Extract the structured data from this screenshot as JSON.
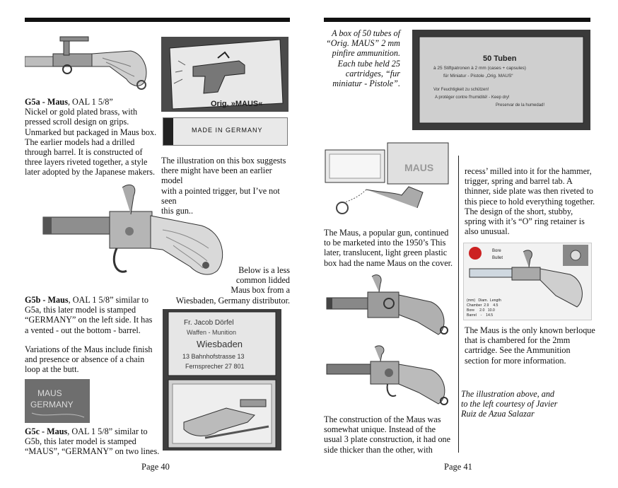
{
  "left_page": {
    "page_number": "Page 40",
    "g5a": {
      "title": "G5a - Maus",
      "oal": ", OAL 1 5/8”",
      "body": "Nickel or gold plated brass, with\npressed scroll design on grips.\nUnmarked but packaged in Maus box.\nThe earlier models had a drilled\nthrough barrel.  It is constructed of\nthree layers riveted together, a style\nlater adopted by the Japanese makers."
    },
    "box_caption": " The illustration on this box suggests\nthere might have been an earlier model\nwith a pointed trigger, but I’ve not seen\nthis gun..",
    "box_label": "Orig. »MAUS«",
    "made_in_germany": "MADE IN GERMANY",
    "lidded_caption": "Below is a less\ncommon lidded\nMaus box from a\nWiesbaden, Germany distributor.",
    "g5b": {
      "title": "G5b - Maus",
      "oal": ", OAL 1 5/8”  similar to",
      "body": "G5a, this later model is stamped\n“GERMANY” on the left side. It  has\na vented - out the bottom - barrel.",
      "variations": "Variations of the Maus include finish\nand presence or absence of a chain\nloop at the butt."
    },
    "stamp": {
      "line1": "MAUS",
      "line2": "GERMANY"
    },
    "g5c": {
      "title": "G5c - Maus",
      "oal": ", OAL 1 5/8”  similar to",
      "body": "G5b, this later model is stamped\n“MAUS”, “GERMANY” on two lines."
    },
    "wiesbaden_box": {
      "line1": "Fr. Jacob Dörfel",
      "line2": "Waffen - Munition",
      "line3": "Wiesbaden",
      "line4": "13 Bahnhofstrasse 13",
      "line5": "Fernsprecher 27 801"
    }
  },
  "right_page": {
    "page_number": "Page 41",
    "box50_caption": "A box of 50 tubes of\n“Orig. MAUS” 2 mm\npinfire ammunition.\nEach tube held 25\ncartridges, “fur\nminiatur - Pistole”.",
    "box50": {
      "title": "50 Tuben",
      "line1": "à 25 Stiftpatronen à 2 mm (cases + capsules)",
      "line2": "für Miniatur - Pistole „Orig. MAUS“",
      "line3": "Vor Feuchtigkeit zu schützen!",
      "line4": "A protéger contre l'humidité!  -  Keep dry!",
      "line5": "Preservar de la humedad!"
    },
    "plastic_box_label": "MAUS",
    "recess_text": "recess’ milled into it for the hammer,\ntrigger, spring and barrel tab.  A\nthinner, side plate was then riveted to\nthis piece to hold everything together.\nThe design of the short, stubby,\nspring with it’s “O” ring retainer is\nalso unusual.",
    "plastic_caption": "The Maus, a popular gun, continued\nto be marketed into the 1950’s This\nlater, translucent, light green plastic\nbox had the name Maus on the cover.",
    "diagram": {
      "legend_bore": "Bore",
      "legend_bullet": "Bullet",
      "table": "(mm)   Diam.  Length\nChamber  2.9    4.5\nBore     2.0   10.0\nBarrel    -    14.5"
    },
    "berloque_caption": "The Maus is the only known berloque\nthat is chambered for the 2mm\ncartridge.  See the Ammunition\nsection for more information.",
    "credit": "The illustration above, and\nto the left courtesy of  Javier\nRuiz de Azua Salazar",
    "construction_text": "The construction of the Maus was\nsomewhat unique.  Instead of the\nusual 3 plate construction, it had one\nside thicker than the other, with"
  }
}
